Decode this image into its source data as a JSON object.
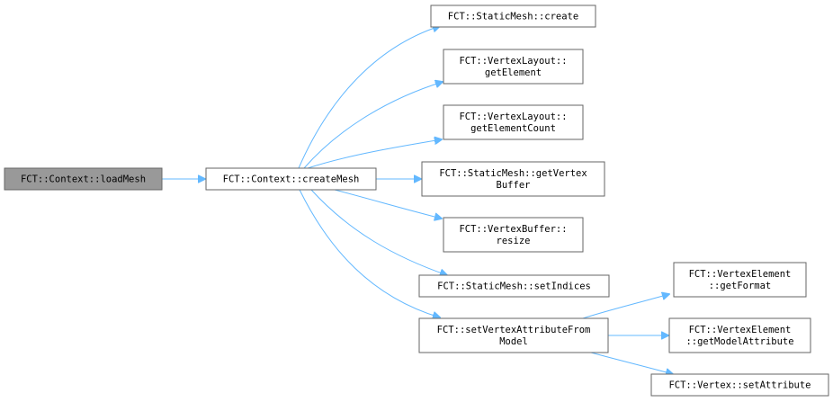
{
  "nodes": [
    {
      "id": "loadMesh",
      "lines": [
        "FCT::Context::loadMesh"
      ],
      "root": true
    },
    {
      "id": "createMesh",
      "lines": [
        "FCT::Context::createMesh"
      ]
    },
    {
      "id": "create",
      "lines": [
        "FCT::StaticMesh::create"
      ]
    },
    {
      "id": "getElement",
      "lines": [
        "FCT::VertexLayout::",
        "getElement"
      ]
    },
    {
      "id": "getElementCount",
      "lines": [
        "FCT::VertexLayout::",
        "getElementCount"
      ]
    },
    {
      "id": "getVertexBuffer",
      "lines": [
        "FCT::StaticMesh::getVertex",
        "Buffer"
      ]
    },
    {
      "id": "resize",
      "lines": [
        "FCT::VertexBuffer::",
        "resize"
      ]
    },
    {
      "id": "setIndices",
      "lines": [
        "FCT::StaticMesh::setIndices"
      ]
    },
    {
      "id": "setVertexAttributeFromModel",
      "lines": [
        "FCT::setVertexAttributeFrom",
        "Model"
      ]
    },
    {
      "id": "getFormat",
      "lines": [
        "FCT::VertexElement",
        "::getFormat"
      ]
    },
    {
      "id": "getModelAttribute",
      "lines": [
        "FCT::VertexElement",
        "::getModelAttribute"
      ]
    },
    {
      "id": "setAttribute",
      "lines": [
        "FCT::Vertex::setAttribute"
      ]
    }
  ],
  "edges": [
    {
      "from": "loadMesh",
      "to": "createMesh"
    },
    {
      "from": "createMesh",
      "to": "create"
    },
    {
      "from": "createMesh",
      "to": "getElement"
    },
    {
      "from": "createMesh",
      "to": "getElementCount"
    },
    {
      "from": "createMesh",
      "to": "getVertexBuffer"
    },
    {
      "from": "createMesh",
      "to": "resize"
    },
    {
      "from": "createMesh",
      "to": "setIndices"
    },
    {
      "from": "createMesh",
      "to": "setVertexAttributeFromModel"
    },
    {
      "from": "setVertexAttributeFromModel",
      "to": "getFormat"
    },
    {
      "from": "setVertexAttributeFromModel",
      "to": "getModelAttribute"
    },
    {
      "from": "setVertexAttributeFromModel",
      "to": "setAttribute"
    }
  ],
  "colors": {
    "edge": "#63b8ff",
    "root_fill": "#999999",
    "node_fill": "#ffffff",
    "node_border": "#666666"
  }
}
